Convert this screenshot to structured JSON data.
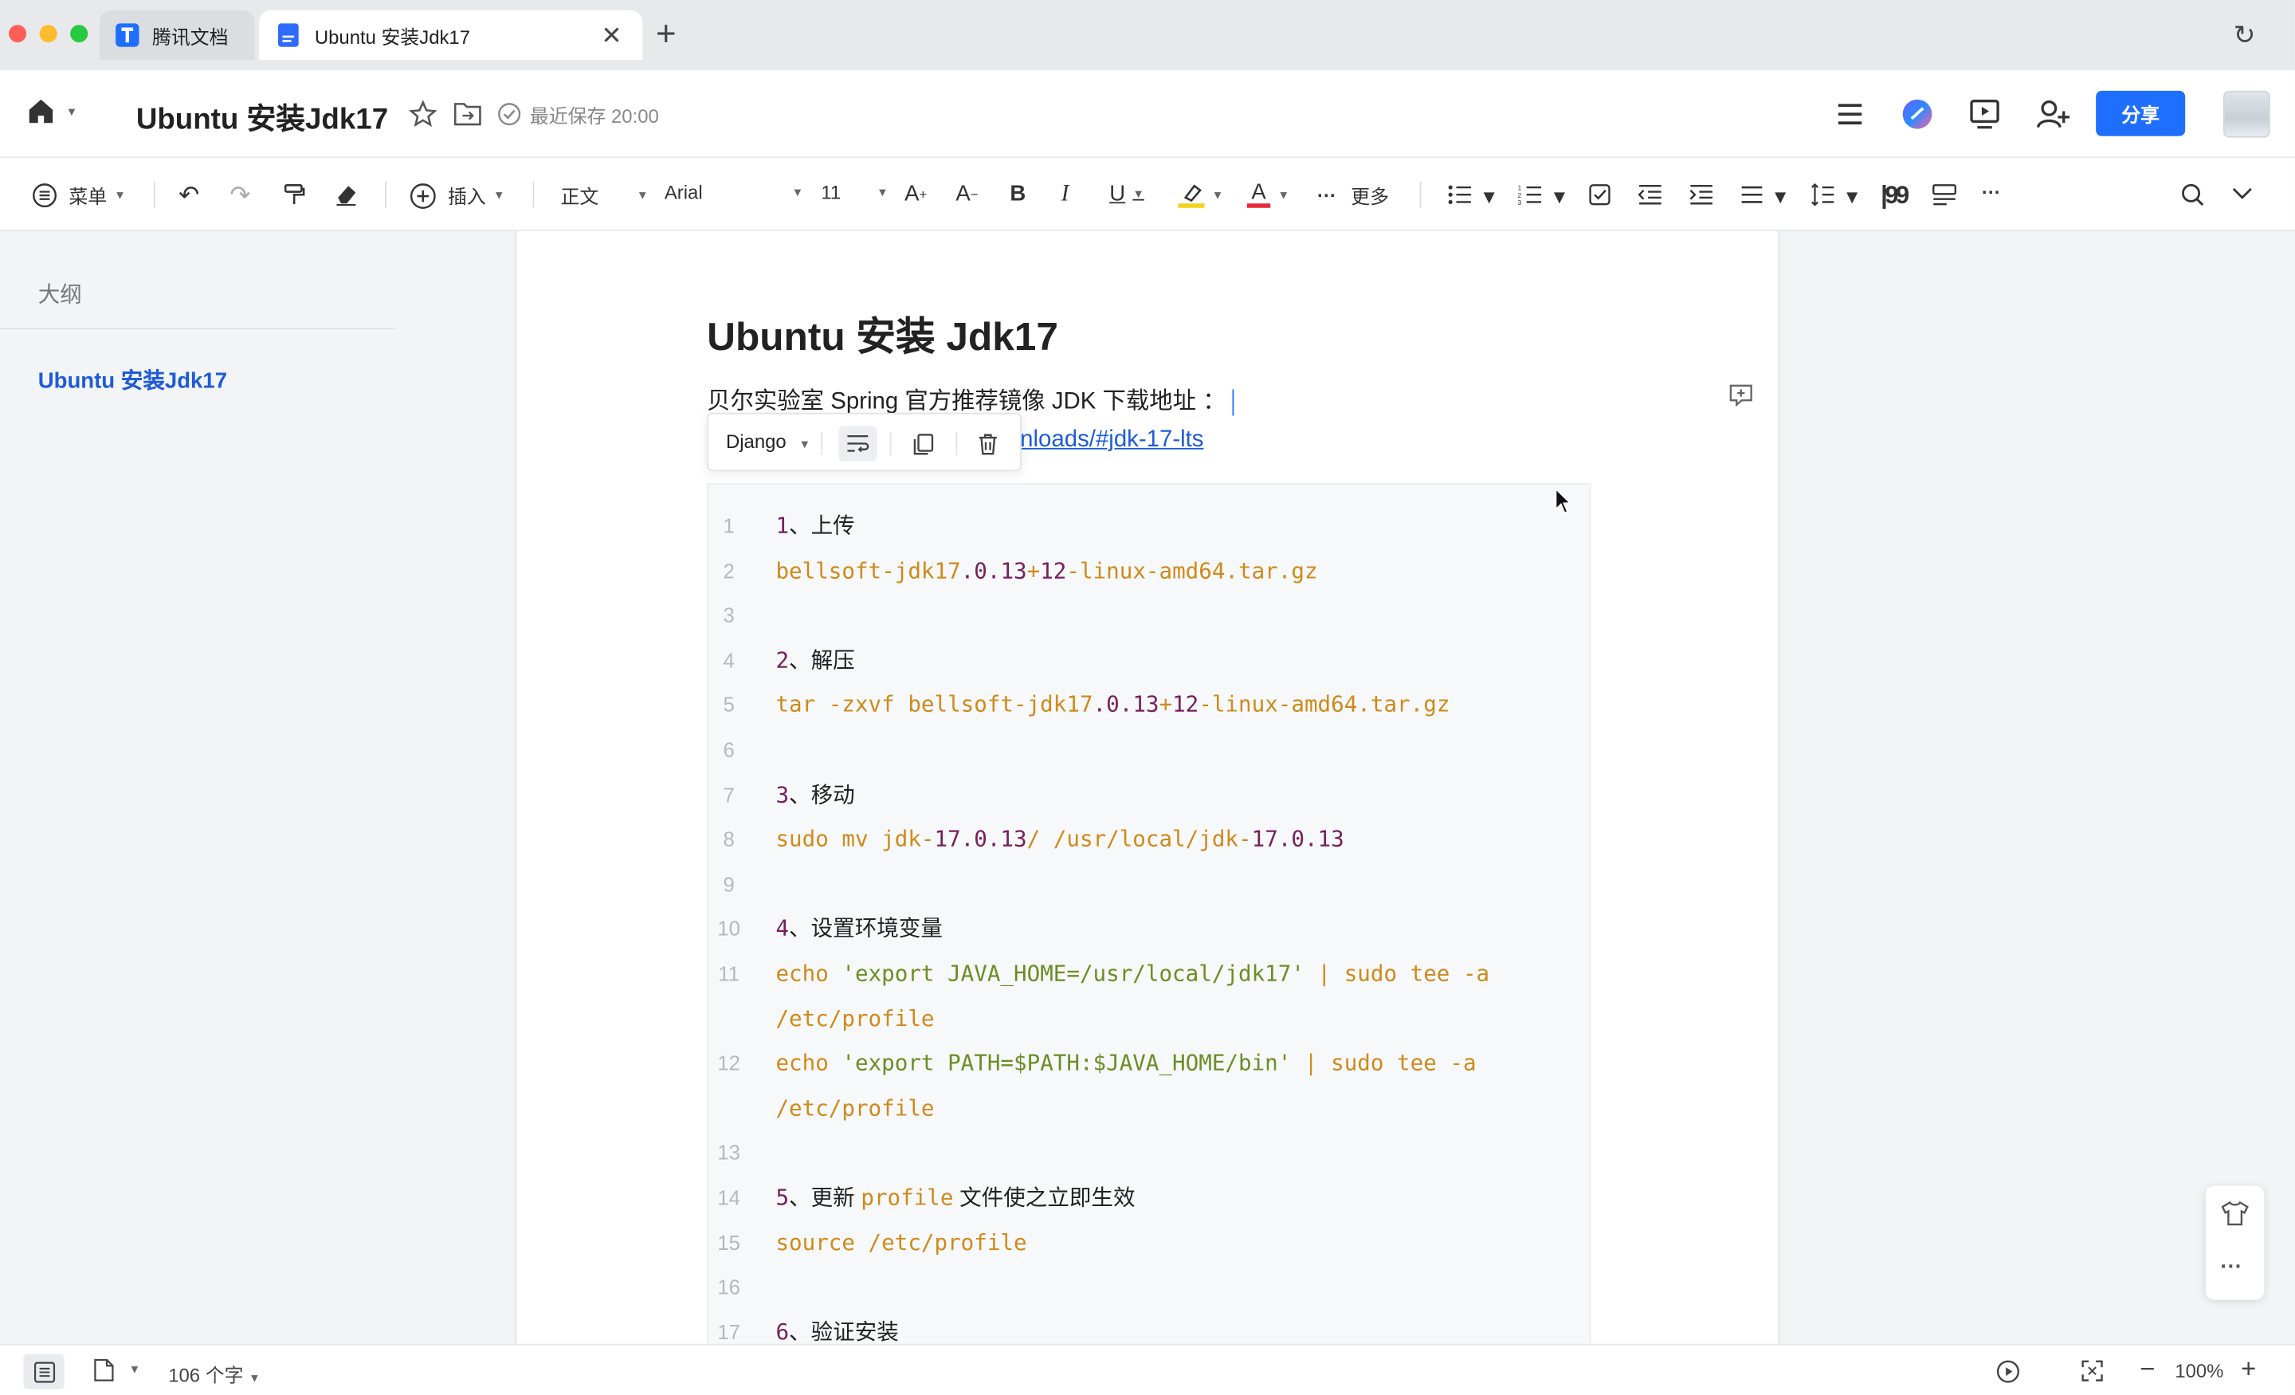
{
  "tabs": [
    {
      "label": "腾讯文档"
    },
    {
      "label": "Ubuntu 安装Jdk17"
    }
  ],
  "header": {
    "title": "Ubuntu 安装Jdk17",
    "saved": "最近保存 20:00",
    "share_label": "分享"
  },
  "toolbar": {
    "menu": "菜单",
    "insert": "插入",
    "style": "正文",
    "font": "Arial",
    "size": "11",
    "more": "更多"
  },
  "sidebar": {
    "title": "大纲",
    "items": [
      {
        "label": "Ubuntu  安装Jdk17"
      }
    ]
  },
  "doc": {
    "heading": "Ubuntu  安装 Jdk17",
    "para": "贝尔实验室  Spring  官方推荐镜像  JDK 下载地址  ：",
    "link": "nloads/#jdk-17-lts",
    "code_lang": "Django"
  },
  "code_lines": [
    {
      "n": "1",
      "segments": [
        {
          "t": "1",
          "c": "pu"
        },
        {
          "t": "、上传",
          "c": "bk"
        }
      ]
    },
    {
      "n": "2",
      "segments": [
        {
          "t": "bellsoft-jdk17",
          "c": "or"
        },
        {
          "t": ".0.13",
          "c": "pu"
        },
        {
          "t": "+",
          "c": "or"
        },
        {
          "t": "12",
          "c": "pu"
        },
        {
          "t": "-linux-amd64.tar.gz",
          "c": "or"
        }
      ]
    },
    {
      "n": "3",
      "segments": []
    },
    {
      "n": "4",
      "segments": [
        {
          "t": "2",
          "c": "pu"
        },
        {
          "t": "、解压",
          "c": "bk"
        }
      ]
    },
    {
      "n": "5",
      "segments": [
        {
          "t": "tar -zxvf bellsoft-jdk17",
          "c": "or"
        },
        {
          "t": ".0.13",
          "c": "pu"
        },
        {
          "t": "+",
          "c": "or"
        },
        {
          "t": "12",
          "c": "pu"
        },
        {
          "t": "-linux-amd64.tar.gz",
          "c": "or"
        }
      ]
    },
    {
      "n": "6",
      "segments": []
    },
    {
      "n": "7",
      "segments": [
        {
          "t": "3",
          "c": "pu"
        },
        {
          "t": "、移动",
          "c": "bk"
        }
      ]
    },
    {
      "n": "8",
      "segments": [
        {
          "t": "sudo mv jdk-",
          "c": "or"
        },
        {
          "t": "17.0.13",
          "c": "pu"
        },
        {
          "t": "/ /usr/local/jdk-",
          "c": "or"
        },
        {
          "t": "17.0.13",
          "c": "pu"
        }
      ]
    },
    {
      "n": "9",
      "segments": []
    },
    {
      "n": "10",
      "segments": [
        {
          "t": "4",
          "c": "pu"
        },
        {
          "t": "、设置环境变量",
          "c": "bk"
        }
      ]
    },
    {
      "n": "11",
      "segments": [
        {
          "t": "echo ",
          "c": "or"
        },
        {
          "t": "'export JAVA_HOME=/usr/local/jdk17'",
          "c": "gr"
        },
        {
          "t": " | sudo tee -a",
          "c": "or"
        }
      ]
    },
    {
      "n": "",
      "segments": [
        {
          "t": "/etc/profile",
          "c": "or"
        }
      ]
    },
    {
      "n": "12",
      "segments": [
        {
          "t": "echo ",
          "c": "or"
        },
        {
          "t": "'export PATH=$PATH:$JAVA_HOME/bin'",
          "c": "gr"
        },
        {
          "t": " | sudo tee -a",
          "c": "or"
        }
      ]
    },
    {
      "n": "",
      "segments": [
        {
          "t": "/etc/profile",
          "c": "or"
        }
      ]
    },
    {
      "n": "13",
      "segments": []
    },
    {
      "n": "14",
      "segments": [
        {
          "t": "5",
          "c": "pu"
        },
        {
          "t": "、更新 ",
          "c": "bk"
        },
        {
          "t": "profile",
          "c": "or"
        },
        {
          "t": " 文件使之立即生效",
          "c": "bk"
        }
      ]
    },
    {
      "n": "15",
      "segments": [
        {
          "t": "source /etc/profile",
          "c": "or"
        }
      ]
    },
    {
      "n": "16",
      "segments": []
    },
    {
      "n": "17",
      "segments": [
        {
          "t": "6",
          "c": "pu"
        },
        {
          "t": "、验证安装",
          "c": "bk"
        }
      ]
    }
  ],
  "status": {
    "word_count": "106 个字",
    "zoom": "100%"
  },
  "colors": {
    "accent": "#1e6fff",
    "link": "#1e5bd8",
    "code_orange": "#cf8a1a",
    "code_purple": "#771f5b",
    "code_green": "#6b8e23"
  }
}
